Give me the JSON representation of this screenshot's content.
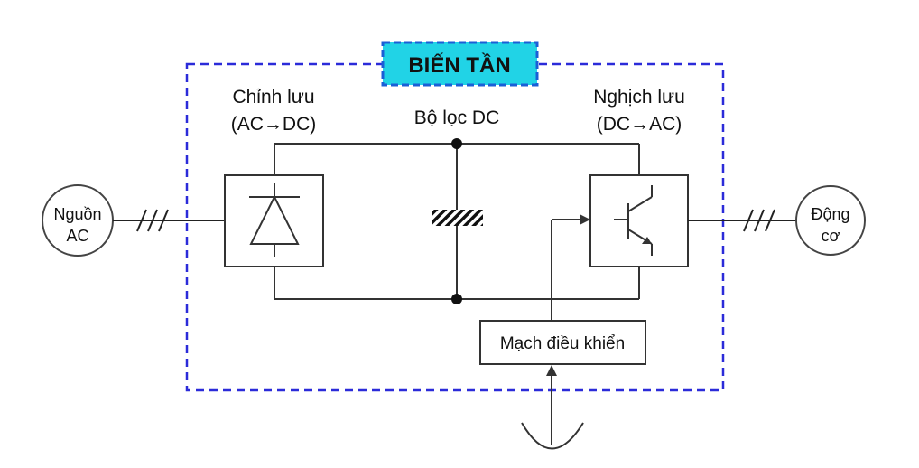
{
  "title": "BIẾN TẦN",
  "source": {
    "line1": "Nguồn",
    "line2": "AC"
  },
  "motor": {
    "line1": "Động",
    "line2": "cơ"
  },
  "rectifier": {
    "name": "Chỉnh lưu",
    "conversion": "(AC→DC)"
  },
  "filter": {
    "name": "Bộ lọc DC"
  },
  "inverter": {
    "name": "Nghịch lưu",
    "conversion": "(DC→AC)"
  },
  "control": {
    "name": "Mạch điều khiển"
  },
  "colors": {
    "frame": "#2b2bd9",
    "title_bg": "#21d3e6",
    "title_border": "#1a5fd6",
    "line": "#222222"
  }
}
